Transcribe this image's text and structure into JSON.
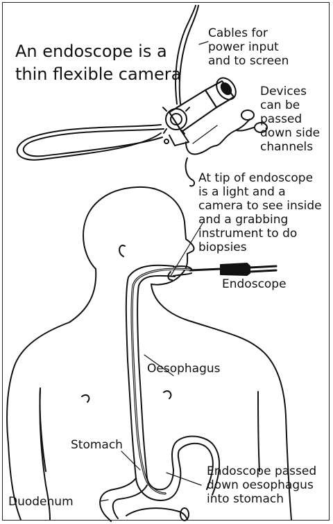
{
  "title": {
    "line1": "An endoscope is a",
    "line2": "thin flexible camera"
  },
  "labels": {
    "cables": [
      "Cables for",
      "power input",
      "and to screen"
    ],
    "devices": [
      "Devices",
      "can be",
      "passed",
      "down side",
      "channels"
    ],
    "tip": [
      "At tip of endoscope",
      "is a light and a",
      "camera to see inside",
      "and a grabbing",
      "instrument to do",
      "biopsies"
    ],
    "endoscope": "Endoscope",
    "oesophagus": "Oesophagus",
    "stomach": "Stomach",
    "passed": [
      "Endoscope passed",
      "down oesophagus",
      "into stomach"
    ],
    "duodenum": "Duodenum"
  }
}
